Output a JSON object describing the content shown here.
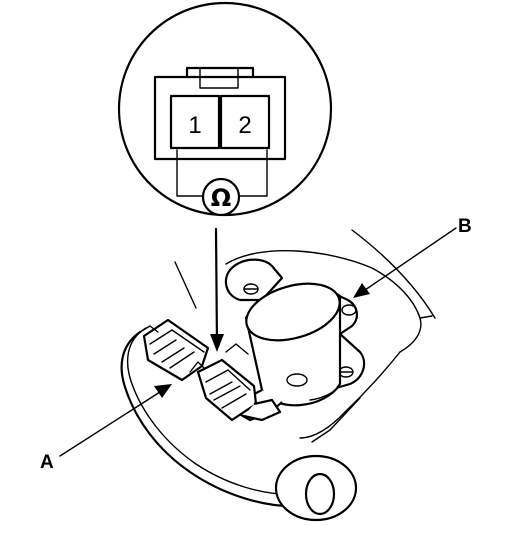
{
  "labels": {
    "a": "A",
    "b": "B"
  },
  "inset": {
    "pin_1": "1",
    "pin_2": "2",
    "meter_symbol": "Ω"
  },
  "colors": {
    "ink": "#000000",
    "paper": "#ffffff"
  }
}
